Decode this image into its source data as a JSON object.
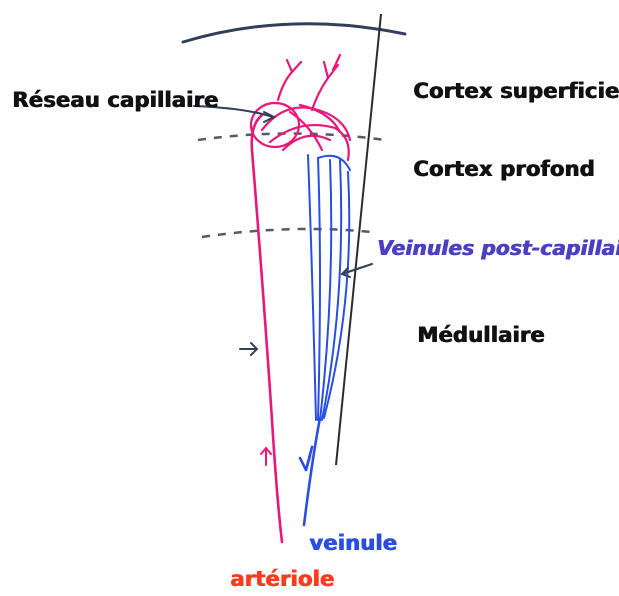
{
  "labels": {
    "reseau": "Réseau capillaire",
    "cortex_superficiel": "Cortex superficiel",
    "cortex_profond": "Cortex profond",
    "veinules_post": "Veinules post-capillaires",
    "medullaire": "Médullaire",
    "veinule": "veinule",
    "arteriole": "artériole"
  },
  "colors": {
    "arterial": "#e6197a",
    "venous": "#2a4fe0",
    "veinules_label": "#4b3fc4",
    "arteriole_label": "#ff3b1f",
    "structure": "#333f58",
    "text": "#111111"
  }
}
